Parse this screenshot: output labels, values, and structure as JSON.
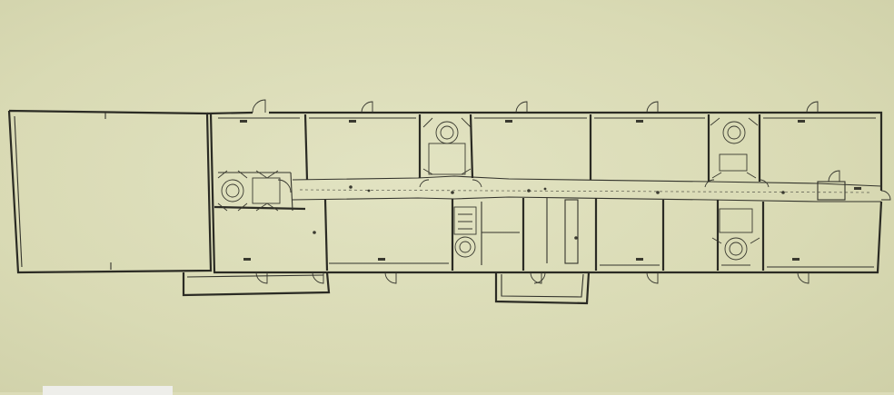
{
  "diagram": {
    "kind": "floor-plan",
    "colors": {
      "paper": "#dcdcb8",
      "ink": "#2b2b24"
    },
    "room_count_north": 7,
    "room_count_south": 7,
    "restroom_clusters": 4
  }
}
